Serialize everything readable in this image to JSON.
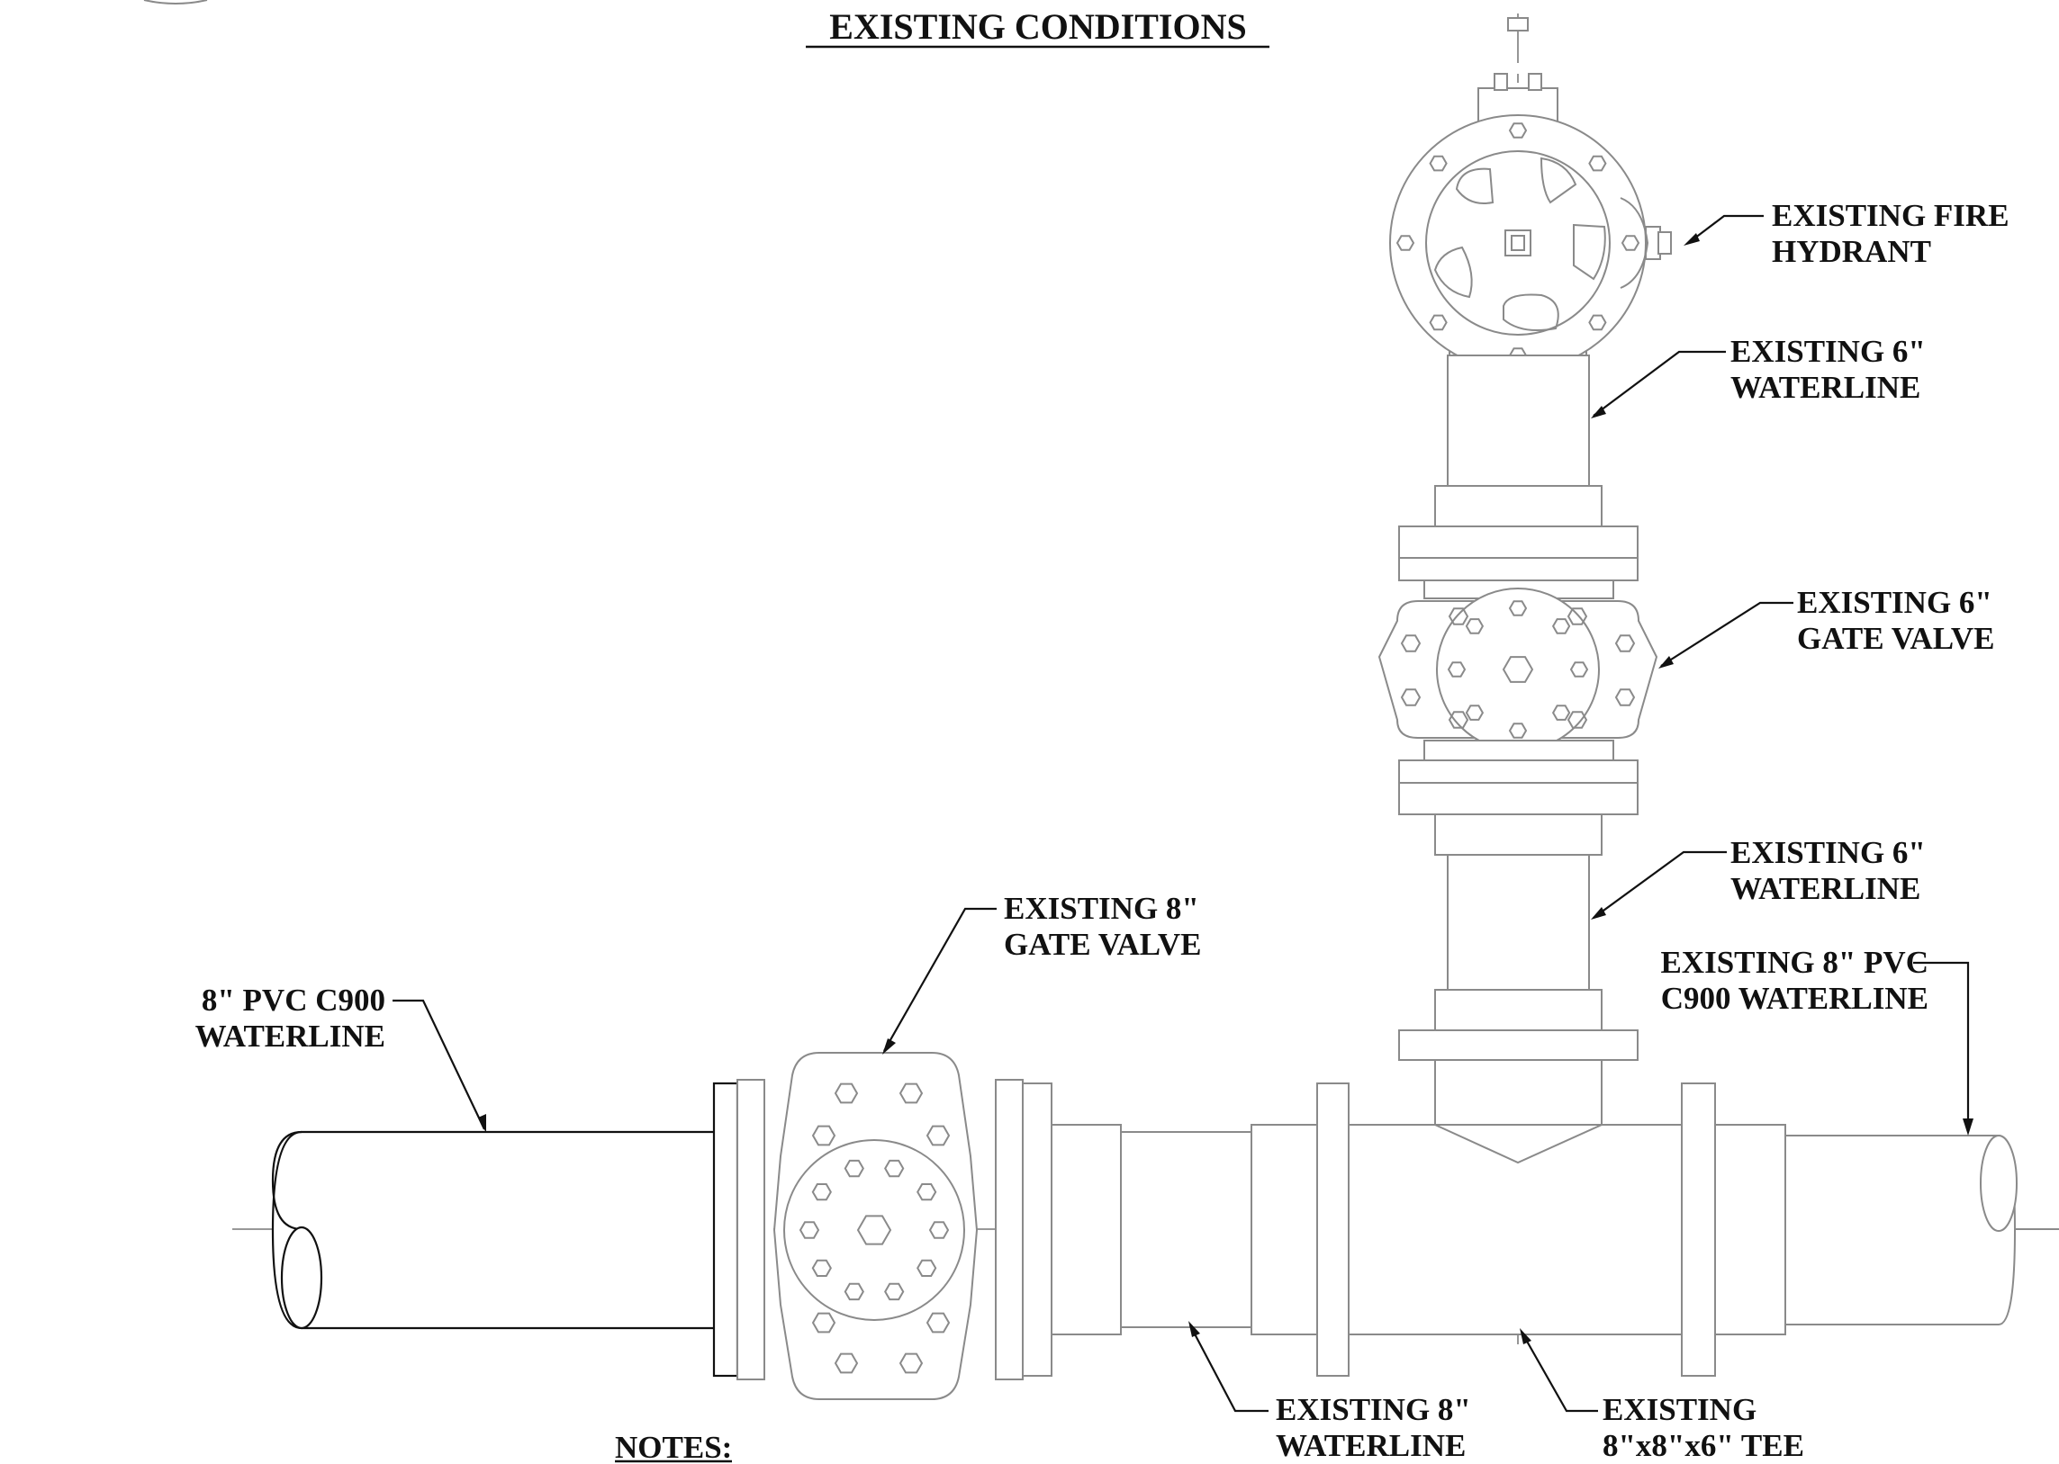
{
  "title": "EXISTING CONDITIONS",
  "labels": {
    "fire_hydrant": [
      "EXISTING FIRE",
      "HYDRANT"
    ],
    "waterline_6_upper": [
      "EXISTING 6\"",
      "WATERLINE"
    ],
    "gate_valve_6": [
      "EXISTING 6\"",
      "GATE VALVE"
    ],
    "waterline_6_lower": [
      "EXISTING 6\"",
      "WATERLINE"
    ],
    "gate_valve_8": [
      "EXISTING 8\"",
      "GATE VALVE"
    ],
    "pvc_waterline_8": [
      "8\" PVC C900",
      "WATERLINE"
    ],
    "existing_pvc_8": [
      "EXISTING 8\" PVC",
      "C900 WATERLINE"
    ],
    "waterline_8": [
      "EXISTING 8\"",
      "WATERLINE"
    ],
    "tee": [
      "EXISTING",
      "8\"x8\"x6\" TEE"
    ]
  },
  "notes_heading": "NOTES:",
  "colors": {
    "existing": "#8a8a8a",
    "proposed": "#111111",
    "background": "#ffffff"
  }
}
